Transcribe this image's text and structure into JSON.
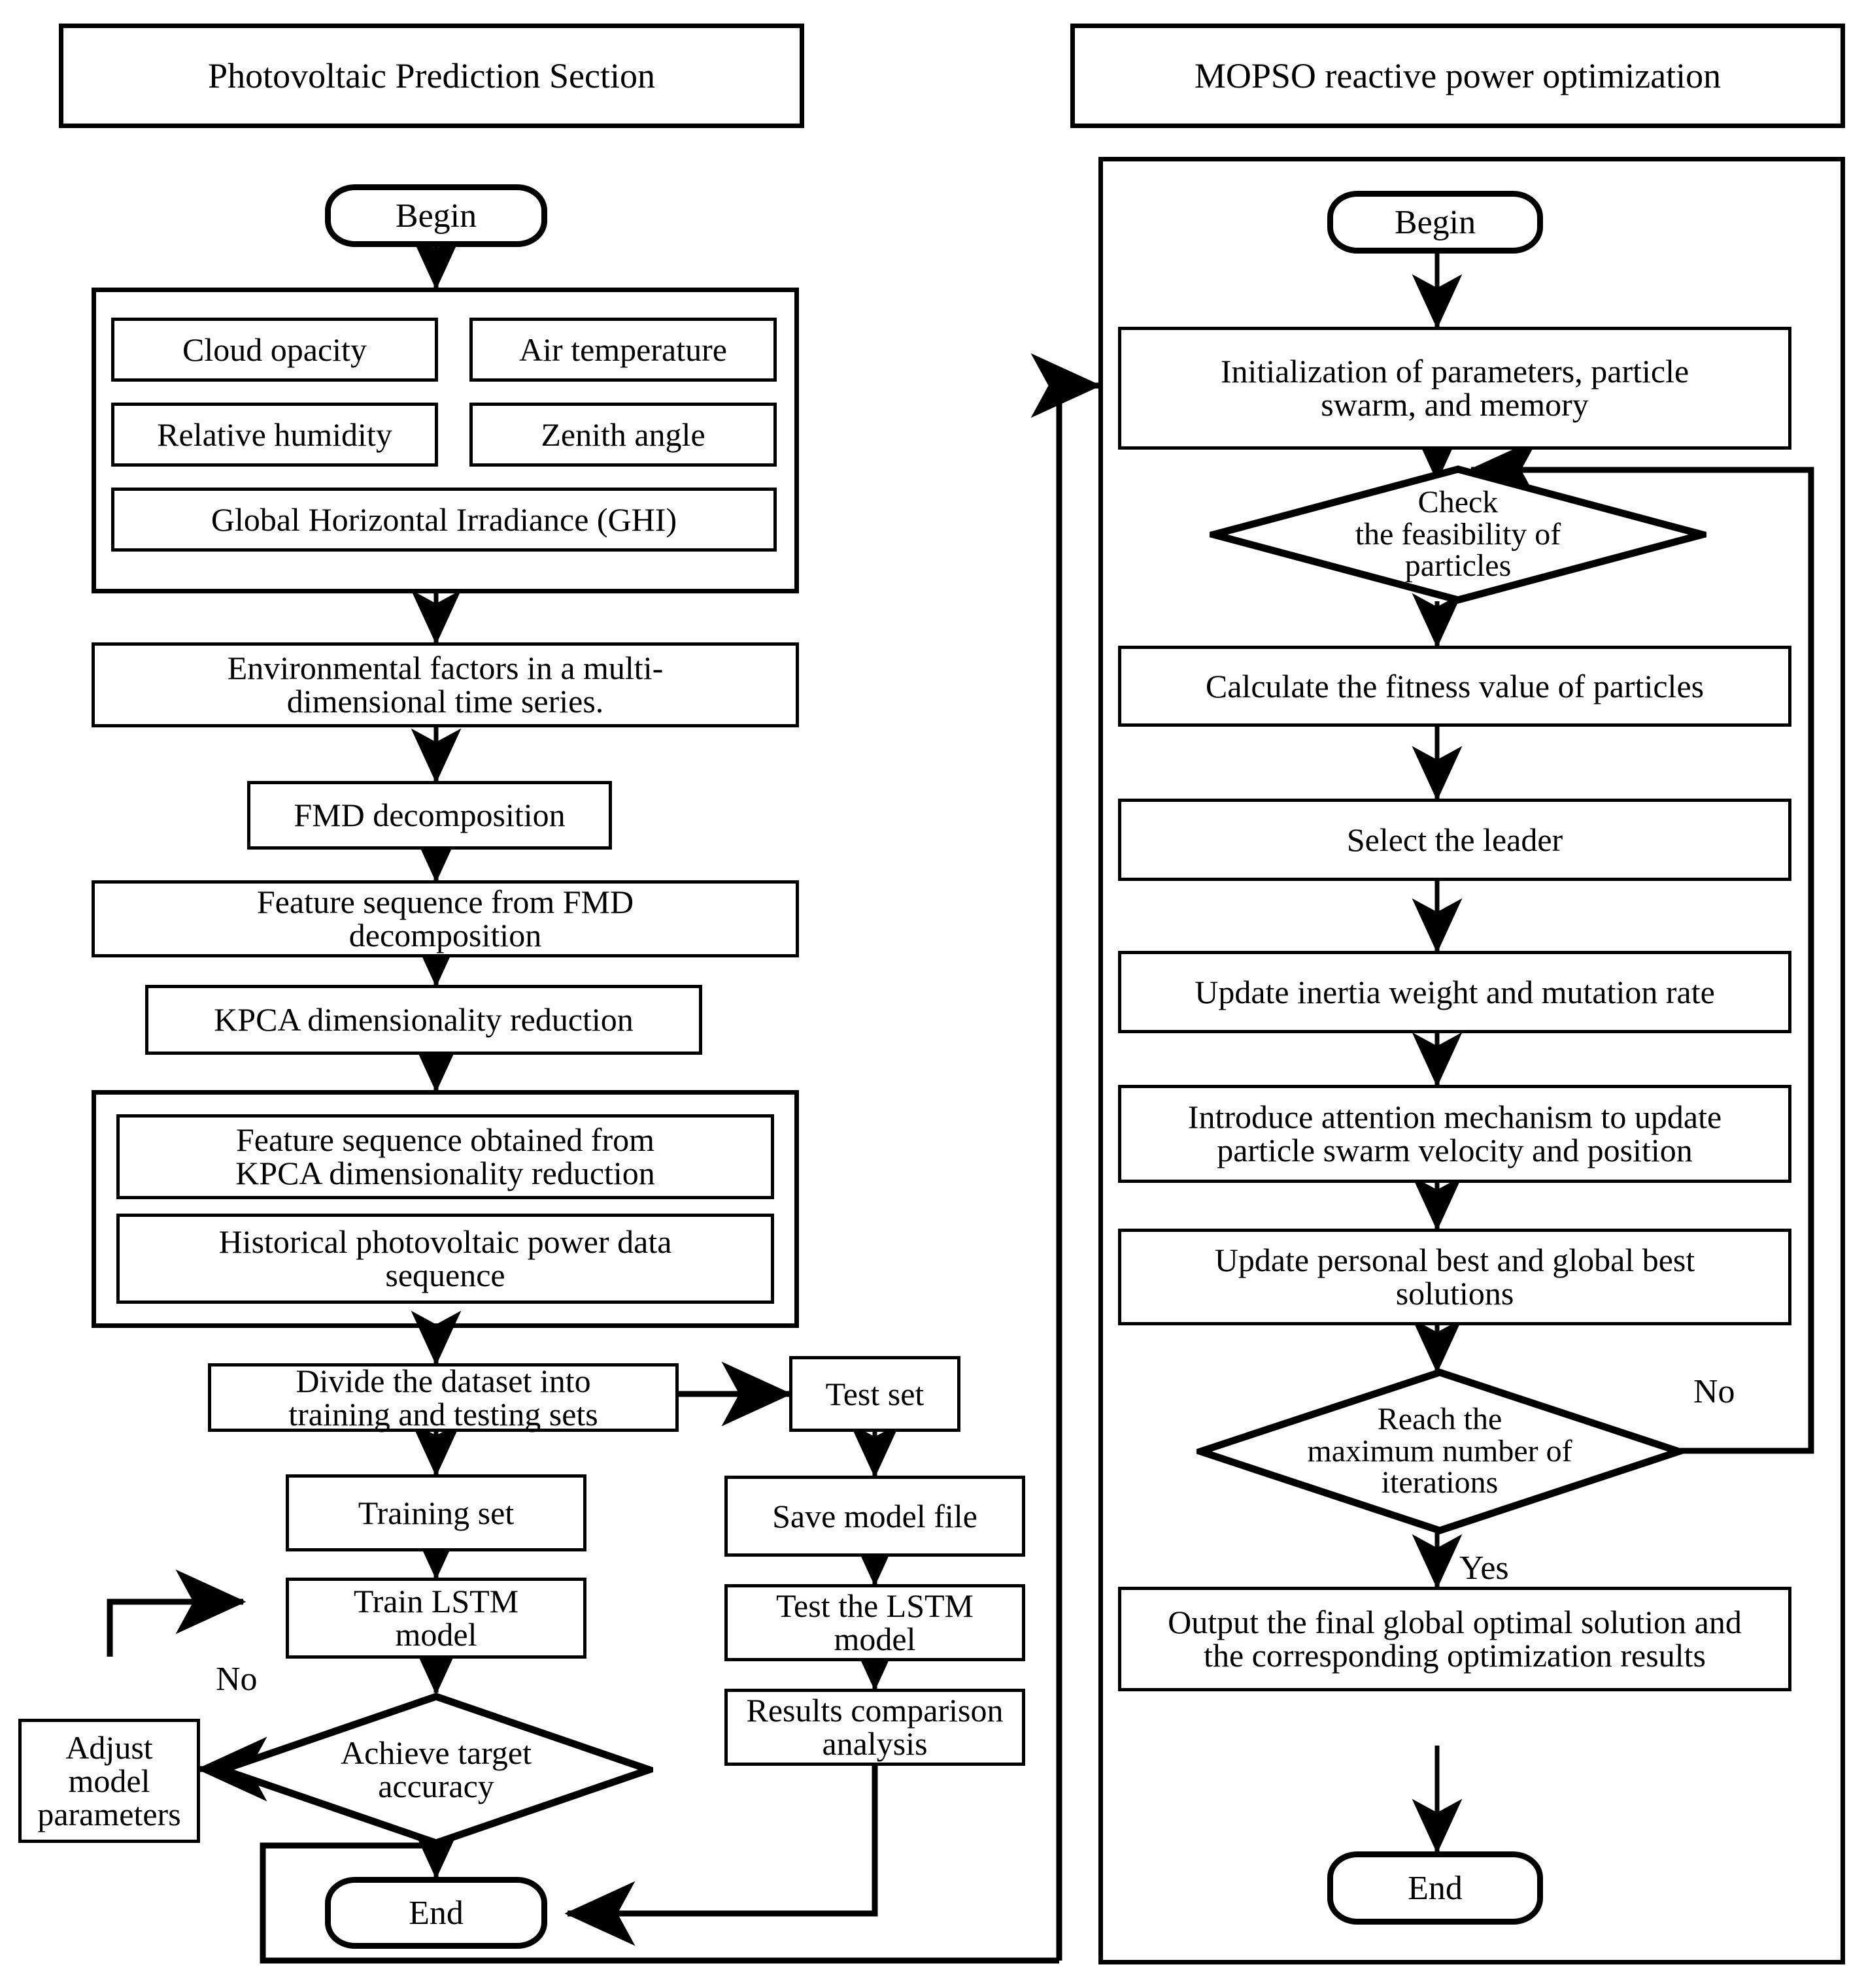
{
  "diagram": {
    "type": "flowchart",
    "title_left": "Photovoltaic Prediction Section",
    "title_right": "MOPSO reactive power optimization"
  },
  "left_panel": {
    "header": "Photovoltaic Prediction Section",
    "begin": "Begin",
    "inputs": {
      "cloud_opacity": "Cloud opacity",
      "air_temperature": "Air temperature",
      "relative_humidity": "Relative humidity",
      "zenith_angle": "Zenith angle",
      "ghi": "Global Horizontal Irradiance (GHI)"
    },
    "steps": {
      "env_factors": "Environmental factors in a multi-\ndimensional time series.",
      "fmd_decomposition": "FMD decomposition",
      "feature_seq_fmd": "Feature sequence from FMD\ndecomposition",
      "kpca": "KPCA dimensionality reduction",
      "feature_seq_kpca": "Feature sequence obtained from\nKPCA dimensionality reduction",
      "historical_pv": "Historical photovoltaic power data\nsequence",
      "divide_dataset": "Divide the dataset into\ntraining and testing sets",
      "test_set": "Test set",
      "training_set": "Training set",
      "train_lstm": "Train LSTM\nmodel",
      "save_model": "Save model file",
      "test_lstm": "Test the LSTM\nmodel",
      "results_comparison": "Results comparison\nanalysis",
      "adjust_params": "Adjust\nmodel\nparameters",
      "achieve_target": "Achieve target\naccuracy",
      "end": "End"
    },
    "edge_labels": {
      "no": "No"
    }
  },
  "right_panel": {
    "header": "MOPSO reactive power optimization",
    "begin": "Begin",
    "steps": {
      "initialization": "Initialization of parameters, particle\nswarm, and memory",
      "check_feasibility": "Check\nthe feasibility of\nparticles",
      "calculate_fitness": "Calculate the fitness value of particles",
      "select_leader": "Select the leader",
      "update_inertia": "Update inertia weight and mutation rate",
      "introduce_attention": "Introduce attention mechanism to update\nparticle swarm velocity and position",
      "update_pbest_gbest": "Update personal best and global best\nsolutions",
      "reach_max_iterations": "Reach the\nmaximum number of\niterations",
      "output_final": "Output the final global optimal solution and\nthe corresponding optimization results",
      "end": "End"
    },
    "edge_labels": {
      "no": "No",
      "yes": "Yes"
    }
  },
  "colors": {
    "stroke": "#000000",
    "background": "#ffffff"
  }
}
